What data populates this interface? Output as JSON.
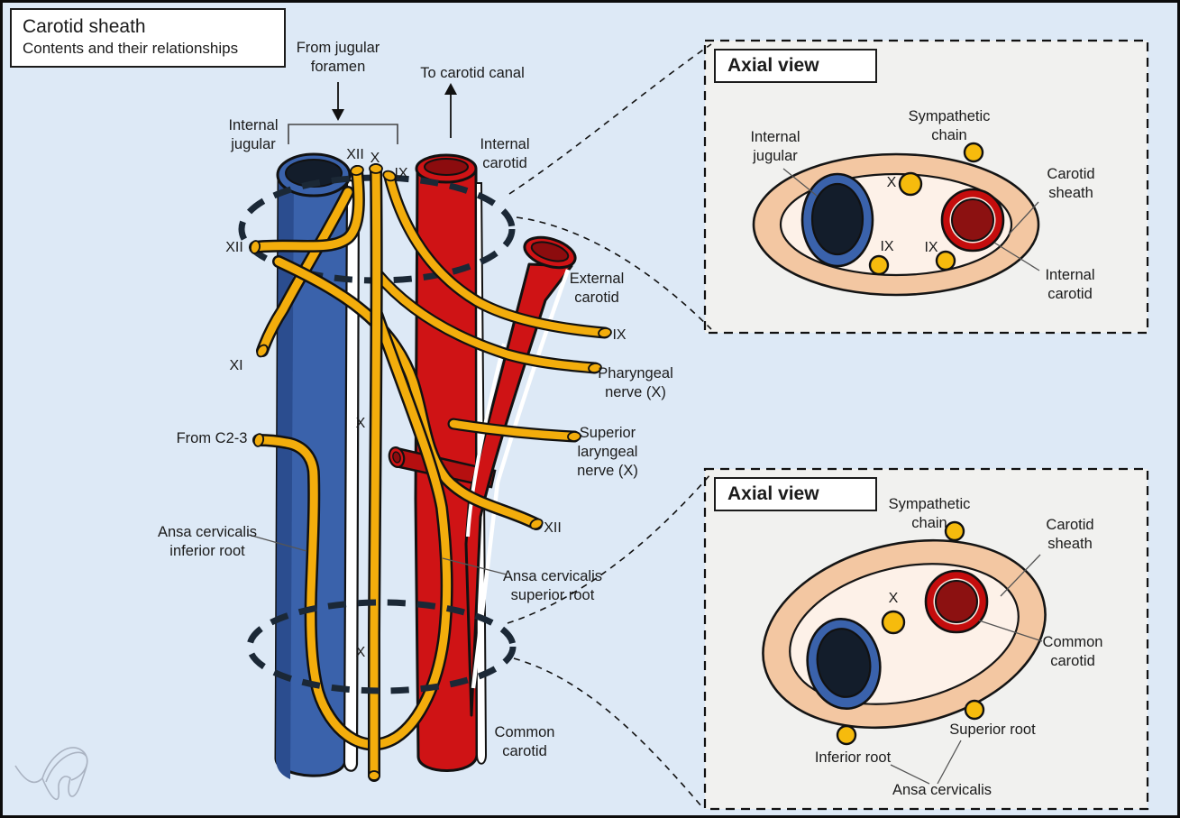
{
  "title": {
    "line1": "Carotid sheath",
    "line2": "Contents and their relationships"
  },
  "main": {
    "from_jugular_foramen": "From jugular\nforamen",
    "to_carotid_canal": "To carotid canal",
    "internal_jugular": "Internal\njugular",
    "internal_carotid": "Internal\ncarotid",
    "external_carotid": "External\ncarotid",
    "common_carotid": "Common\ncarotid",
    "nerve_xii_top": "XII",
    "nerve_x_top": "X",
    "nerve_ix_top": "IX",
    "nerve_xii_left": "XII",
    "nerve_xi_left": "XI",
    "from_c2_3": "From C2-3",
    "nerve_x_mid": "X",
    "nerve_x_low": "X",
    "nerve_ix_right": "IX",
    "pharyngeal_nerve": "Pharyngeal\nnerve (X)",
    "superior_laryngeal_nerve": "Superior\nlaryngeal\nnerve (X)",
    "nerve_xii_right": "XII",
    "ansa_inferior": "Ansa cervicalis\ninferior root",
    "ansa_superior": "Ansa cervicalis\nsuperior root"
  },
  "axial_top": {
    "title": "Axial view",
    "internal_jugular": "Internal\njugular",
    "sympathetic_chain": "Sympathetic\nchain",
    "carotid_sheath": "Carotid\nsheath",
    "internal_carotid": "Internal\ncarotid",
    "nerve_x": "X",
    "nerve_ix_left": "IX",
    "nerve_ix_right": "IX"
  },
  "axial_bottom": {
    "title": "Axial view",
    "sympathetic_chain": "Sympathetic\nchain",
    "carotid_sheath": "Carotid\nsheath",
    "common_carotid": "Common\ncarotid",
    "nerve_x": "X",
    "superior_root": "Superior root",
    "inferior_root": "Inferior root",
    "ansa_cervicalis": "Ansa cervicalis"
  },
  "colors": {
    "background": "#dde9f6",
    "panel_background": "#f1f1ef",
    "vein_blue": "#3a62ab",
    "vein_dark_lumen": "#131d2b",
    "artery_red": "#cf1315",
    "artery_dark_lumen": "#8c0c0e",
    "nerve_yellow": "#f3ad0c",
    "sheath_peach": "#f3c7a2",
    "sheath_inner_cream": "#fdf1e8",
    "dashed_ring": "#1b2836"
  }
}
